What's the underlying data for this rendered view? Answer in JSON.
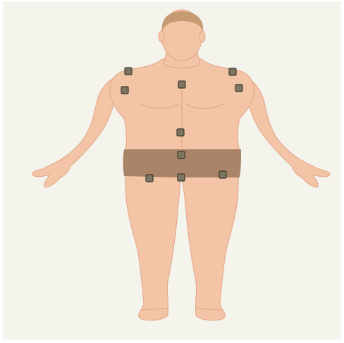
{
  "figure": {
    "name": "anterior-body-figure",
    "colors": {
      "background": "#f4f3ec",
      "skin": "#f3c4a6",
      "skin_shadow": "#e7a98a",
      "hair": "#c69a72",
      "shorts": "#a98468",
      "marker_fill": "#7d7560",
      "marker_stroke": "#3e3a2e"
    }
  },
  "markers": [
    {
      "name": "marker-left-shoulder"
    },
    {
      "name": "marker-right-shoulder"
    },
    {
      "name": "marker-left-upper-chest"
    },
    {
      "name": "marker-sternum"
    },
    {
      "name": "marker-right-upper-chest"
    },
    {
      "name": "marker-navel"
    },
    {
      "name": "marker-lower-abdomen"
    },
    {
      "name": "marker-left-hip"
    },
    {
      "name": "marker-groin-center"
    },
    {
      "name": "marker-right-hip"
    }
  ]
}
